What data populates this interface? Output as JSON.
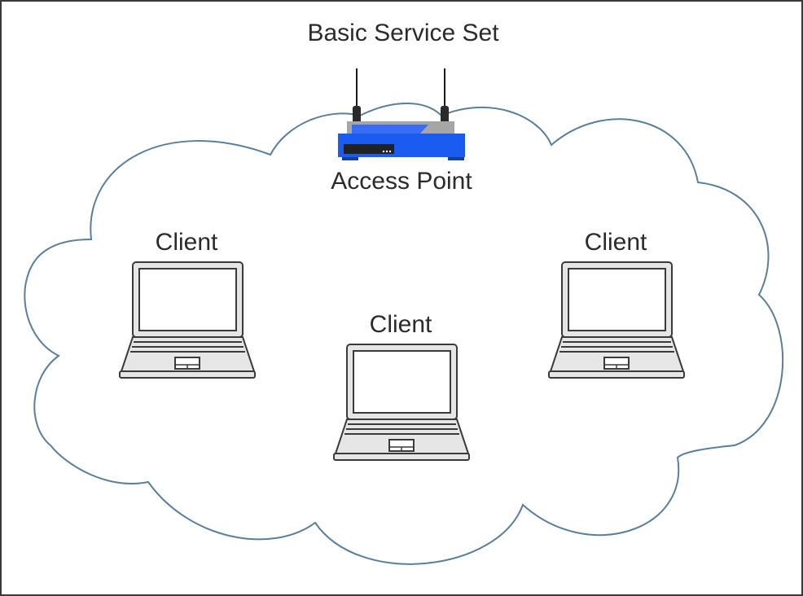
{
  "title": "Basic Service Set",
  "access_point": {
    "label": "Access Point",
    "icon": "wireless-router-icon",
    "color": "#1a5cf0"
  },
  "clients": [
    {
      "label": "Client",
      "icon": "laptop-icon"
    },
    {
      "label": "Client",
      "icon": "laptop-icon"
    },
    {
      "label": "Client",
      "icon": "laptop-icon"
    }
  ],
  "colors": {
    "cloud_stroke": "#5a7f9a",
    "router_body": "#1a5cf0",
    "laptop_fill": "#e6e6e6",
    "line": "#3a3a3a"
  }
}
